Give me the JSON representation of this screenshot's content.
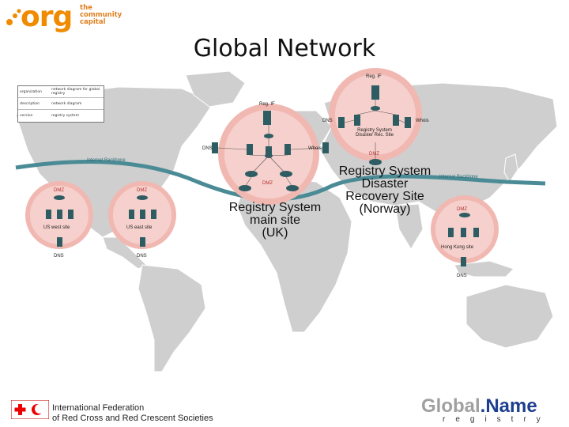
{
  "header": {
    "brand": "org",
    "tagline_1": "the",
    "tagline_2": "community",
    "tagline_3": "capital"
  },
  "title": "Global Network",
  "legend": [
    {
      "key": "organization",
      "value": "network diagram for global registry"
    },
    {
      "key": "description",
      "value": "network diagram"
    },
    {
      "key": "version",
      "value": "registry system"
    }
  ],
  "backbone_left": "Internet Backbone",
  "backbone_right": "Internet Backbone",
  "sites": {
    "uk": {
      "l1": "Registry System",
      "l2": "main site",
      "l3": "(UK)",
      "reg_if": "Reg. IF",
      "dns": "DNS",
      "whois": "Whois",
      "dmz": "DMZ"
    },
    "norway": {
      "l1": "Registry System",
      "l2": "Disaster",
      "l3": "Recovery Site",
      "l4": "(Norway)",
      "reg_if": "Reg. IF",
      "dns": "DNS",
      "whois": "Whois",
      "dmz": "DMZ",
      "inner": "Registry System Disaster Rec. Site"
    },
    "us_west": {
      "label": "US west site",
      "dmz": "DMZ",
      "dns": "DNS"
    },
    "us_east": {
      "label": "US east site",
      "dmz": "DMZ",
      "dns": "DNS"
    },
    "hk": {
      "label": "Hong Kong site",
      "dmz": "DMZ",
      "dns": "DNS"
    }
  },
  "footer": {
    "ifrc_1": "International Federation",
    "ifrc_2": "of Red Cross and Red Crescent Societies",
    "gn_global": "Global",
    "gn_dot": ".",
    "gn_name": "Name",
    "gn_registry": "registry"
  }
}
